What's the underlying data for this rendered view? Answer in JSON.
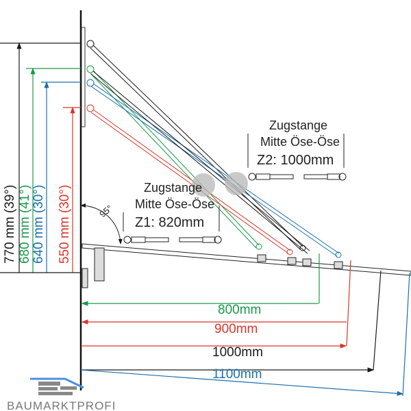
{
  "colors": {
    "black": "#1a1a1a",
    "green": "#1a9a4a",
    "blue": "#1a6fb0",
    "red": "#d8362a",
    "gray": "#bbbbbb"
  },
  "vertical_dimensions": [
    {
      "label": "770 mm (39°)",
      "color": "black"
    },
    {
      "label": "680 mm (41°)",
      "color": "green"
    },
    {
      "label": "640 mm (30°)",
      "color": "blue"
    },
    {
      "label": "550 mm (30°)",
      "color": "red"
    }
  ],
  "horizontal_dimensions": [
    {
      "label": "800mm",
      "color": "green"
    },
    {
      "label": "900mm",
      "color": "red"
    },
    {
      "label": "1000mm",
      "color": "black"
    },
    {
      "label": "1100mm",
      "color": "blue"
    }
  ],
  "angle_label": "95°",
  "rod_z1": {
    "line1": "Zugstange",
    "line2": "Mitte Öse-Öse",
    "line3": "Z1: 820mm"
  },
  "rod_z2": {
    "line1": "Zugstange",
    "line2": "Mitte Öse-Öse",
    "line3": "Z2: 1000mm"
  },
  "logo": {
    "text": "BAUMARKTPROFI"
  }
}
